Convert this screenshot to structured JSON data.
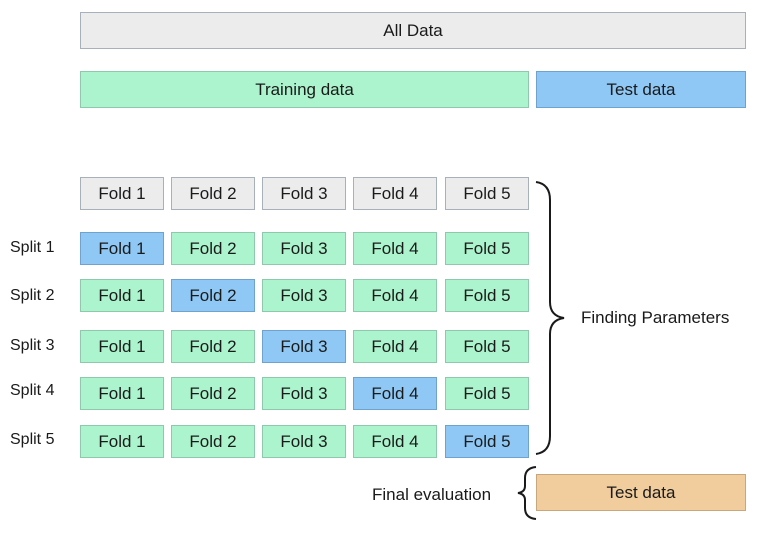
{
  "top": {
    "all_data": "All Data",
    "training_data": "Training data",
    "test_data": "Test data"
  },
  "fold_header": [
    "Fold 1",
    "Fold 2",
    "Fold 3",
    "Fold 4",
    "Fold 5"
  ],
  "splits": [
    {
      "label": "Split 1",
      "test_fold": 1,
      "folds": [
        "Fold 1",
        "Fold 2",
        "Fold 3",
        "Fold 4",
        "Fold 5"
      ]
    },
    {
      "label": "Split 2",
      "test_fold": 2,
      "folds": [
        "Fold 1",
        "Fold 2",
        "Fold 3",
        "Fold 4",
        "Fold 5"
      ]
    },
    {
      "label": "Split 3",
      "test_fold": 3,
      "folds": [
        "Fold 1",
        "Fold 2",
        "Fold 3",
        "Fold 4",
        "Fold 5"
      ]
    },
    {
      "label": "Split 4",
      "test_fold": 4,
      "folds": [
        "Fold 1",
        "Fold 2",
        "Fold 3",
        "Fold 4",
        "Fold 5"
      ]
    },
    {
      "label": "Split 5",
      "test_fold": 5,
      "folds": [
        "Fold 1",
        "Fold 2",
        "Fold 3",
        "Fold 4",
        "Fold 5"
      ]
    }
  ],
  "annotations": {
    "finding_parameters": "Finding Parameters",
    "final_evaluation": "Final evaluation",
    "final_test_data": "Test data"
  },
  "colors": {
    "all_data": "#ececec",
    "training": "#abf4cd",
    "test": "#8fc8f5",
    "final_test": "#f1cc9c"
  }
}
